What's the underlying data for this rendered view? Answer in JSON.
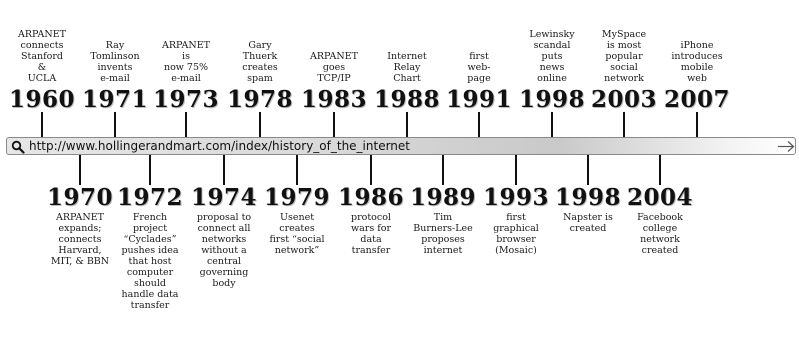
{
  "url_bar": {
    "url": "http://www.hollingerandmart.com/index/history_of_the_internet"
  },
  "events_above": [
    {
      "year": "1960",
      "caption": "ARPANET\nconnects\nStanford &\nUCLA"
    },
    {
      "year": "1971",
      "caption": "Ray\nTomlinson\ninvents\ne-mail"
    },
    {
      "year": "1973",
      "caption": "ARPANET is\nnow 75%\ne-mail"
    },
    {
      "year": "1978",
      "caption": "Gary\nThuerk\ncreates\nspam"
    },
    {
      "year": "1983",
      "caption": "ARPANET\ngoes TCP/IP"
    },
    {
      "year": "1988",
      "caption": "Internet\nRelay Chart"
    },
    {
      "year": "1991",
      "caption": "first\nweb-page"
    },
    {
      "year": "1998",
      "caption": "Lewinsky\nscandal\nputs news\nonline"
    },
    {
      "year": "2003",
      "caption": "MySpace\nis most\npopular\nsocial\nnetwork"
    },
    {
      "year": "2007",
      "caption": "iPhone\nintroduces\nmobile web"
    }
  ],
  "events_below": [
    {
      "year": "1970",
      "caption": "ARPANET\nexpands;\nconnects\nHarvard,\nMIT, & BBN"
    },
    {
      "year": "1972",
      "caption": "French\nproject\n“Cyclades”\npushes idea\nthat host\ncomputer\nshould\nhandle data\ntransfer"
    },
    {
      "year": "1974",
      "caption": "proposal to\nconnect all\nnetworks\nwithout a\ncentral\ngoverning\nbody"
    },
    {
      "year": "1979",
      "caption": "Usenet\ncreates\nfirst “social\nnetwork”"
    },
    {
      "year": "1986",
      "caption": "protocol\nwars for\ndata\ntransfer"
    },
    {
      "year": "1989",
      "caption": "Tim\nBurners-Lee\nproposes\ninternet"
    },
    {
      "year": "1993",
      "caption": "first\ngraphical\nbrowser\n(Mosaic)"
    },
    {
      "year": "1998",
      "caption": "Napster is\ncreated"
    },
    {
      "year": "2004",
      "caption": "Facebook\ncollege\nnetwork\ncreated"
    }
  ]
}
